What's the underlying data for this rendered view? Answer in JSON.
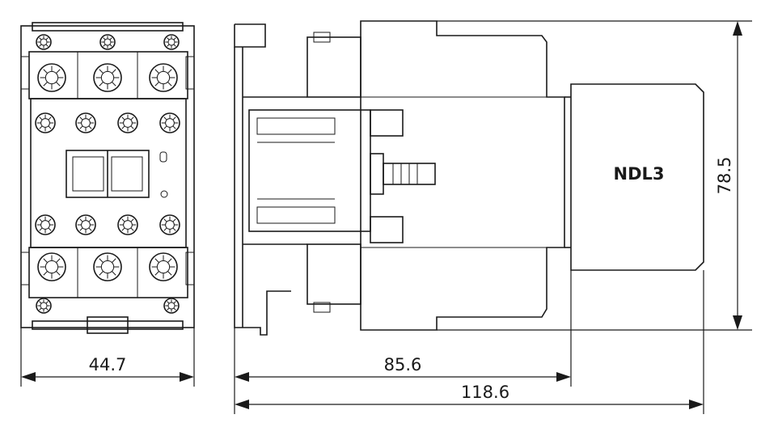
{
  "dimensions": {
    "front_width": "44.7",
    "body_depth": "85.6",
    "total_depth": "118.6",
    "height": "78.5"
  },
  "module": {
    "label": "NDL3"
  }
}
